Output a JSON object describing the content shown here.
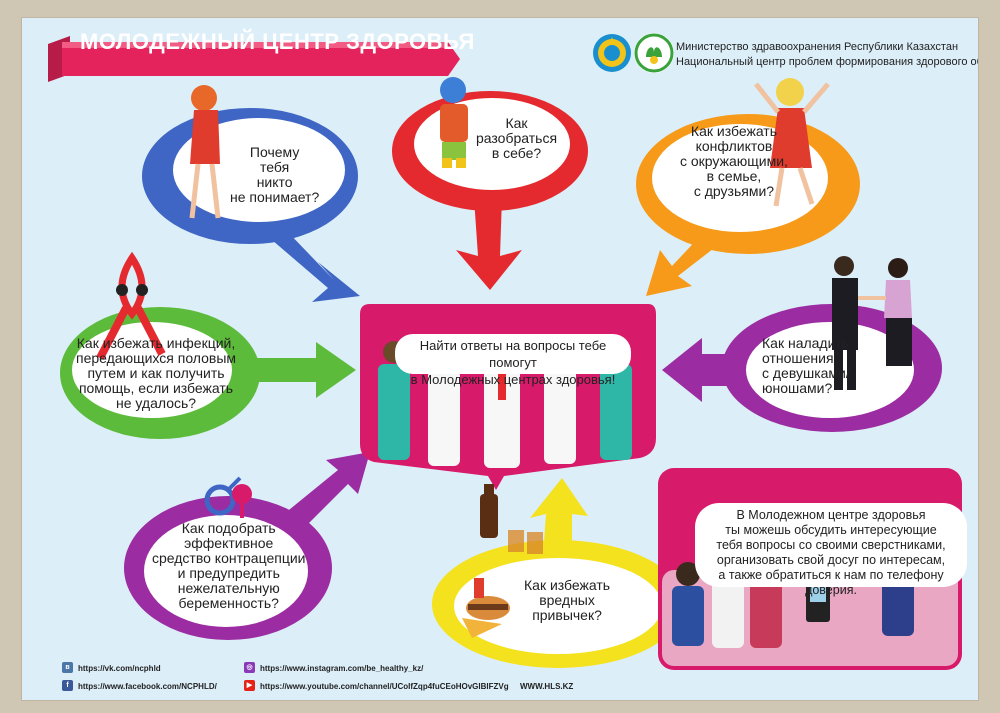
{
  "header": {
    "title": "МОЛОДЕЖНЫЙ ЦЕНТР ЗДОРОВЬЯ",
    "ministry_line1": "Министерство здравоохранения Республики Казахстан",
    "ministry_line2": "Национальный центр проблем формирования здорового образа жизни"
  },
  "questions": {
    "q1": [
      "Почему",
      "тебя",
      "никто",
      "не понимает?"
    ],
    "q2": [
      "Как",
      "разобраться",
      "в себе?"
    ],
    "q3": [
      "Как избежать",
      "конфликтов",
      "с окружающими,",
      "в семье,",
      "с друзьями?"
    ],
    "q4": [
      "Как избежать инфекций,",
      "передающихся половым",
      "путем и как  получить",
      "помощь, если избежать",
      "не удалось?"
    ],
    "q5": [
      "Как наладить",
      "отношения",
      "с девушками/",
      "юношами?"
    ],
    "q6": [
      "Как подобрать",
      "эффективное",
      "средство контрацепции",
      "и предупредить",
      "нежелательную",
      "беременность?"
    ],
    "q7": [
      "Как избежать",
      "вредных",
      "привычек?"
    ]
  },
  "center": {
    "title_line1": "Найти ответы на вопросы тебе помогут",
    "title_line2": "в Молодежных центрах здоровья!"
  },
  "info": {
    "line1": "В Молодежном центре здоровья",
    "line2": "ты можешь обсудить интересующие",
    "line3": "тебя вопросы со своими сверстниками,",
    "line4": "организовать свой досуг по интересам,",
    "line5": "а также обратиться к нам по телефону доверия."
  },
  "footer": {
    "vk": "https://vk.com/ncphld",
    "facebook": "https://www.facebook.com/NCPHLD/",
    "instagram": "https://www.instagram.com/be_healthy_kz/",
    "youtube": "https://www.youtube.com/channel/UCoIfZqp4fuCEoHOvGIBIFZVg",
    "site": "WWW.HLS.KZ",
    "vk_icon": "vk-icon",
    "facebook_icon": "facebook-icon",
    "instagram_icon": "instagram-icon",
    "youtube_icon": "youtube-icon"
  },
  "colors": {
    "blue": "#3f66c4",
    "red": "#e52a2f",
    "orange": "#f79a1a",
    "green": "#5dbb3b",
    "purple": "#9b2ca2",
    "yellow": "#f4e21e",
    "magenta": "#d81a6a",
    "banner": "#e4235c"
  }
}
